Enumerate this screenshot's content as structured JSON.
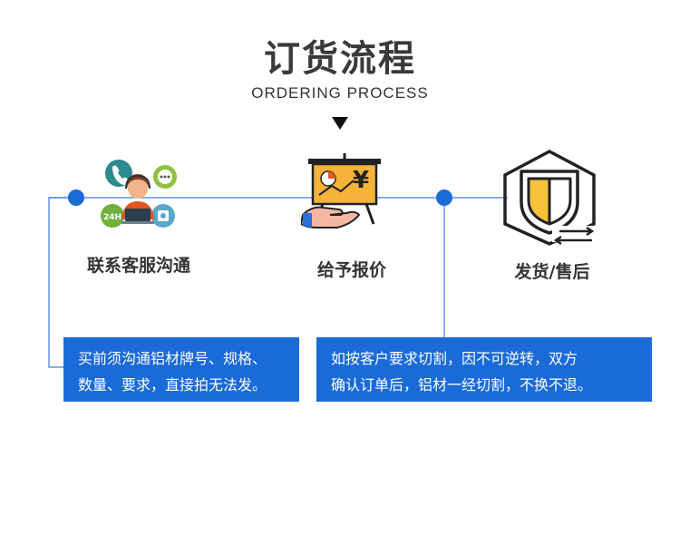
{
  "header": {
    "title": "订货流程",
    "subtitle": "ORDERING PROCESS"
  },
  "steps": [
    {
      "label": "联系客服沟通",
      "icon": "customer-service-icon"
    },
    {
      "label": "给予报价",
      "icon": "price-quote-icon"
    },
    {
      "label": "发货/售后",
      "icon": "shield-delivery-icon"
    }
  ],
  "notes": [
    {
      "lines": [
        "买前须沟通铝材牌号、规格、",
        "数量、要求，直接拍无法发。"
      ]
    },
    {
      "lines": [
        "如按客户要求切割，因不可逆转，双方",
        "确认订单后，铝材一经切割，不换不退。"
      ]
    }
  ],
  "colors": {
    "accent": "#1a6ad8",
    "line": "#3b7be0",
    "title": "#3a3a3a"
  }
}
